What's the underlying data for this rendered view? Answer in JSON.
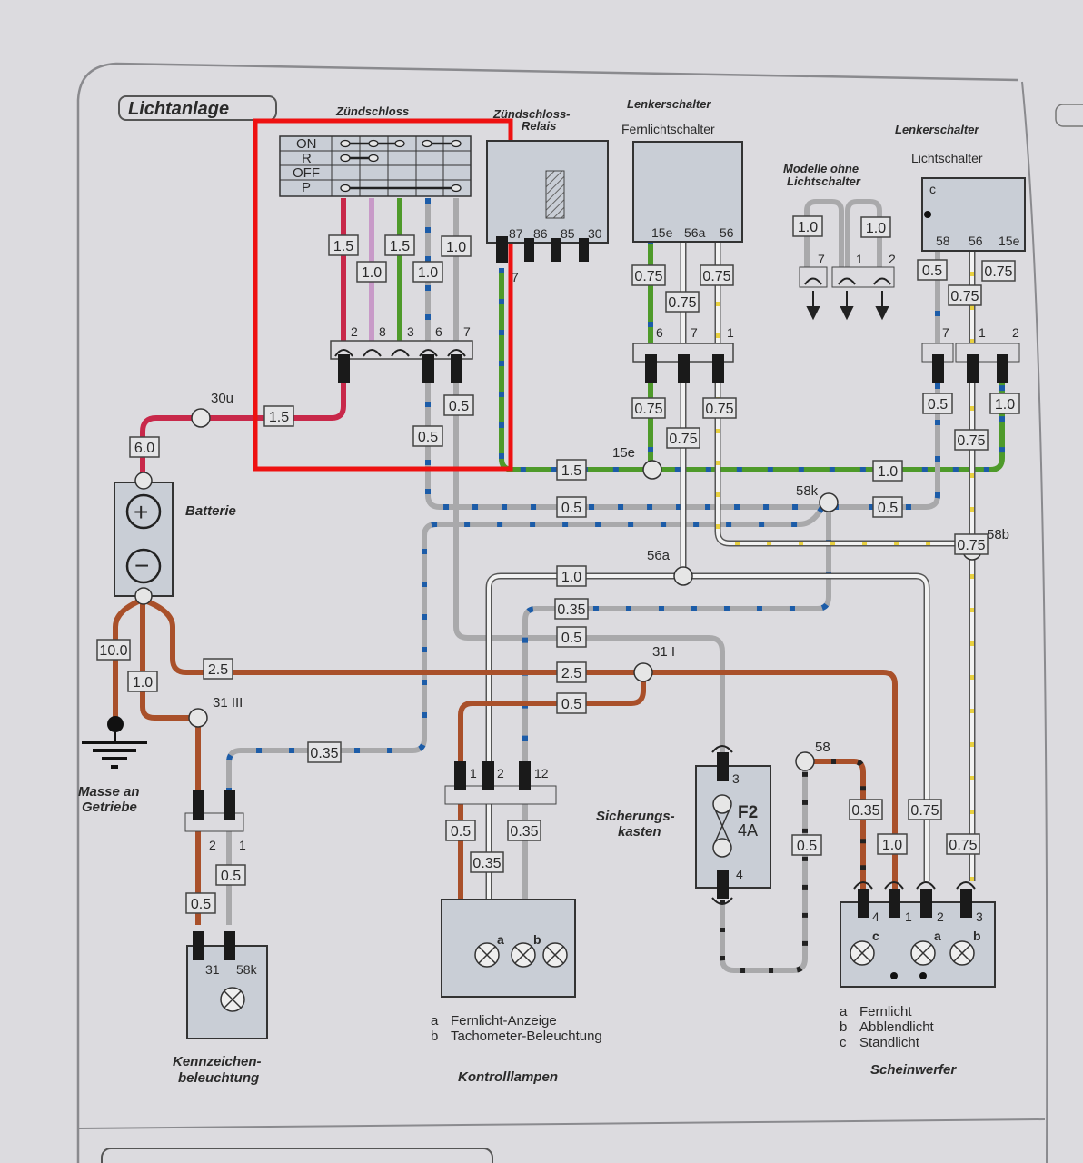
{
  "page": {
    "title": "Lichtanlage",
    "next_section_title_partial": "Pa... licht... d",
    "highlight_color": "#ee1111",
    "highlight_target": "Zündschloss"
  },
  "wire_colors": {
    "red": "#c8284a",
    "violet": "#c89ac8",
    "green": "#4e9a2a",
    "grey": "#a9a9ab",
    "brown": "#a9502a",
    "white": "#f2f2f2",
    "blue_dot": "#1c5ca8",
    "yellow_dot": "#e8d040",
    "black_dot": "#222222"
  },
  "components": {
    "zuendschloss": {
      "label": "Zündschloss",
      "positions": [
        "ON",
        "R",
        "OFF",
        "P"
      ],
      "pins": [
        "2",
        "8",
        "3",
        "6",
        "7"
      ],
      "wires": [
        {
          "pin": "2",
          "color": "red",
          "gauge": "1.5"
        },
        {
          "pin": "8",
          "color": "violet",
          "gauge": "1.0"
        },
        {
          "pin": "3",
          "color": "green",
          "gauge": "1.5"
        },
        {
          "pin": "6",
          "color": "grey/blue",
          "gauge": "1.0"
        },
        {
          "pin": "7",
          "color": "grey",
          "gauge": "1.0"
        }
      ],
      "out_gauges": {
        "pin6": "0.5",
        "pin7": "0.5"
      }
    },
    "relais": {
      "label_line1": "Zündschloss-",
      "label_line2": "Relais",
      "pins": [
        "87",
        "86",
        "85",
        "30"
      ],
      "plug_pin": "7"
    },
    "fernlichtschalter": {
      "header": "Lenkerschalter",
      "label": "Fernlichtschalter",
      "pins": [
        "15e",
        "56a",
        "56"
      ],
      "connector_pins": [
        "6",
        "7",
        "1"
      ],
      "gauges_top": [
        "0.75",
        "0.75",
        "0.75"
      ],
      "gauges_bottom": [
        "0.75",
        "0.75",
        "0.75"
      ]
    },
    "ohne_lichtschalter": {
      "label_line1": "Modelle ohne",
      "label_line2": "Lichtschalter",
      "gauges": [
        "1.0",
        "1.0"
      ],
      "pins": [
        "7",
        "1",
        "2"
      ]
    },
    "lichtschalter": {
      "header": "Lenkerschalter",
      "label": "Lichtschalter",
      "switch_label": "c",
      "pins": [
        "58",
        "56",
        "15e"
      ],
      "connector_pins": [
        "7",
        "1",
        "2"
      ],
      "gauges_top": [
        "0.5",
        "0.75",
        "0.75"
      ],
      "gauges_bottom": [
        "0.5",
        "0.75",
        "1.0"
      ]
    },
    "batterie": {
      "label": "Batterie",
      "plus": "+",
      "minus": "−",
      "gauge_plus": "6.0",
      "node_30u": "30u",
      "gauge_30u": "1.5"
    },
    "masse": {
      "label_line1": "Masse an",
      "label_line2": "Getriebe",
      "gauge_ground": "10.0",
      "gauge_31iii": "1.0",
      "node_31iii": "31 III",
      "gauge_bus": "2.5"
    },
    "kennzeichen": {
      "label_line1": "Kennzeichen-",
      "label_line2": "beleuchtung",
      "pins": [
        "2",
        "1"
      ],
      "inner_pins": [
        "31",
        "58k"
      ],
      "gauges": [
        "0.5",
        "0.5"
      ],
      "gauge_feed": "0.35"
    },
    "kontrolllampen": {
      "label": "Kontrolllampen",
      "pins": [
        "1",
        "2",
        "12"
      ],
      "gauges": [
        "0.5",
        "0.35",
        "0.35"
      ],
      "lamp_a": "a",
      "lamp_b": "b",
      "legend": [
        {
          "key": "a",
          "text": "Fernlicht-Anzeige"
        },
        {
          "key": "b",
          "text": "Tachometer-Beleuchtung"
        }
      ]
    },
    "sicherungskasten": {
      "label_line1": "Sicherungs-",
      "label_line2": "kasten",
      "fuse": "F2",
      "rating": "4A",
      "pins": [
        "3",
        "4"
      ],
      "gauge": "0.5",
      "node_58": "58"
    },
    "scheinwerfer": {
      "label": "Scheinwerfer",
      "pins": [
        "4",
        "1",
        "2",
        "3"
      ],
      "lamps": [
        "c",
        "a",
        "b"
      ],
      "gauges": [
        "0.35",
        "1.0",
        "0.75",
        "0.75"
      ],
      "legend": [
        {
          "key": "a",
          "text": "Fernlicht"
        },
        {
          "key": "b",
          "text": "Abblendlicht"
        },
        {
          "key": "c",
          "text": "Standlicht"
        }
      ]
    }
  },
  "bus": {
    "node_15e": "15e",
    "gauge_15e_left": "1.5",
    "gauge_15e_right": "1.0",
    "node_58k": "58k",
    "gauge_58k_left": "0.5",
    "gauge_58k_right": "0.5",
    "node_58b": "58b",
    "gauge_58b_vert": "0.75",
    "node_56a": "56a",
    "gauge_56a": "1.0",
    "gauge_035": "0.35",
    "gauge_05_grey": "0.5",
    "node_31i": "31 I",
    "gauge_25": "2.5",
    "gauge_05_brown": "0.5"
  }
}
